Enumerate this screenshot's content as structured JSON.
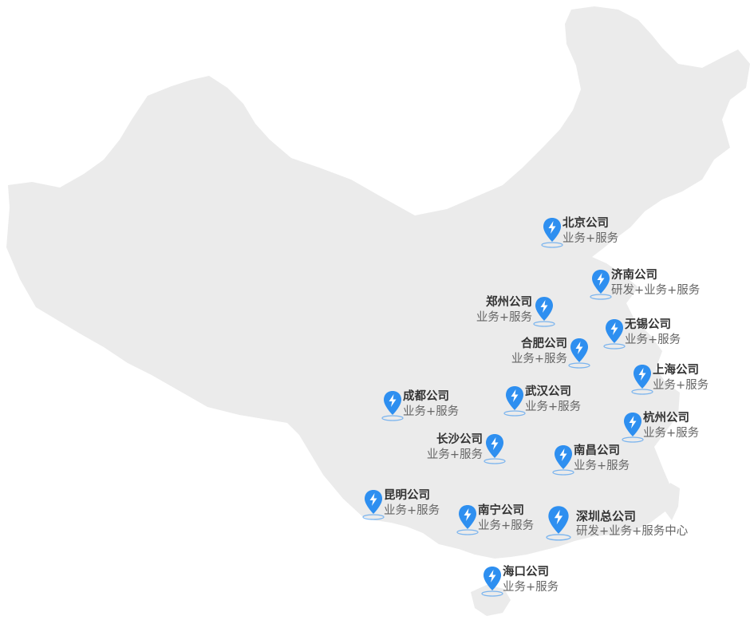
{
  "map": {
    "land_color": "#ebebeb",
    "pin_color": "#2e8ff0",
    "pin_icon": "lightning-bolt"
  },
  "offices": [
    {
      "key": "beijing",
      "name": "北京公司",
      "desc": "业务+服务"
    },
    {
      "key": "jinan",
      "name": "济南公司",
      "desc": "研发+业务+服务"
    },
    {
      "key": "zhengzhou",
      "name": "郑州公司",
      "desc": "业务+服务"
    },
    {
      "key": "wuxi",
      "name": "无锡公司",
      "desc": "业务+服务"
    },
    {
      "key": "hefei",
      "name": "合肥公司",
      "desc": "业务+服务"
    },
    {
      "key": "shanghai",
      "name": "上海公司",
      "desc": "业务+服务"
    },
    {
      "key": "chengdu",
      "name": "成都公司",
      "desc": "业务+服务"
    },
    {
      "key": "wuhan",
      "name": "武汉公司",
      "desc": "业务+服务"
    },
    {
      "key": "hangzhou",
      "name": "杭州公司",
      "desc": "业务+服务"
    },
    {
      "key": "changsha",
      "name": "长沙公司",
      "desc": "业务+服务"
    },
    {
      "key": "nanchang",
      "name": "南昌公司",
      "desc": "业务+服务"
    },
    {
      "key": "kunming",
      "name": "昆明公司",
      "desc": "业务+服务"
    },
    {
      "key": "nanning",
      "name": "南宁公司",
      "desc": "业务+服务"
    },
    {
      "key": "shenzhen",
      "name": "深圳总公司",
      "desc": "研发+业务+服务中心"
    },
    {
      "key": "haikou",
      "name": "海口公司",
      "desc": "业务+服务"
    }
  ]
}
